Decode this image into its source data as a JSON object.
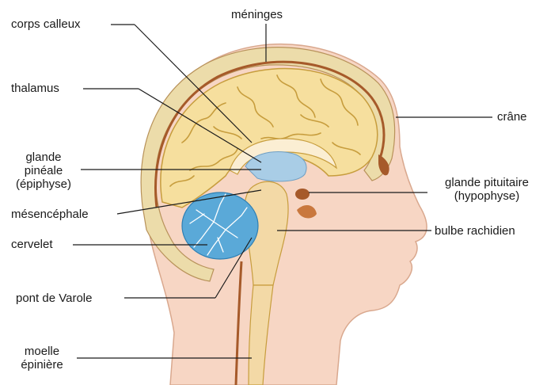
{
  "labels": {
    "corps_calleux": "corps calleux",
    "meninges": "méninges",
    "thalamus": "thalamus",
    "crane": "crâne",
    "glande_pineale": [
      "glande",
      "pinéale",
      "(épiphyse)"
    ],
    "glande_pituitaire": [
      "glande pituitaire",
      "(hypophyse)"
    ],
    "mesencephale": "mésencéphale",
    "cervelet": "cervelet",
    "bulbe_rachidien": "bulbe rachidien",
    "pont_de_varole": "pont de Varole",
    "moelle_epiniere": [
      "moelle",
      "épinière"
    ]
  },
  "colors": {
    "skin": "#f7d6c4",
    "skin_outline": "#d9a88e",
    "bone": "#ecdcaa",
    "brain": "#f6df9e",
    "brain_fold": "#c79d3d",
    "meninges": "#a65a2a",
    "ventricle": "#a9cde6",
    "cerebellum": "#5aa9d8",
    "stem": "#f3d9a6",
    "line": "#1a1a1a"
  }
}
